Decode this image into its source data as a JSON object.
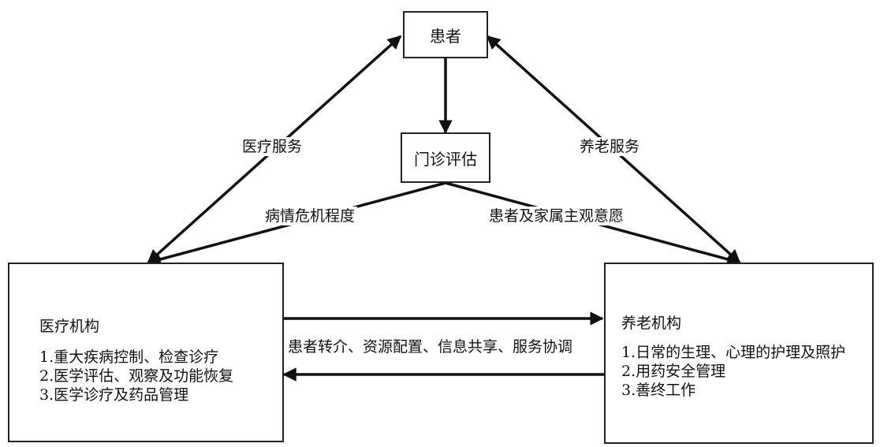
{
  "nodes": {
    "patient": "患者",
    "outpatient": "门诊评估",
    "medical": {
      "title": "医疗机构",
      "items": [
        "1.重大疾病控制、检查诊疗",
        "2.医学评估、观察及功能恢复",
        "3.医学诊疗及药品管理"
      ]
    },
    "eldercare": {
      "title": "养老机构",
      "items": [
        "1.日常的生理、心理的护理及照护",
        "2.用药安全管理",
        "3.善终工作"
      ]
    }
  },
  "edges": {
    "medical_service": "医疗服务",
    "eldercare_service": "养老服务",
    "illness_severity": "病情危机程度",
    "patient_family_will": "患者及家属主观意愿",
    "cooperation": "患者转介、资源配置、信息共享、服务协调"
  }
}
